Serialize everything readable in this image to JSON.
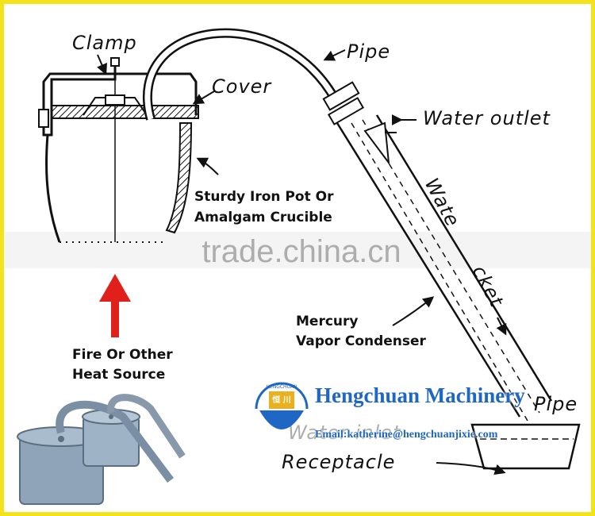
{
  "labels": {
    "clamp": "Clamp",
    "pipe_top": "Pipe",
    "cover": "Cover",
    "water_outlet": "Water outlet",
    "pot_line1": "Sturdy Iron Pot Or",
    "pot_line2": "Amalgam Crucible",
    "jacket_part1": "Wate",
    "jacket_part2": "cket",
    "condenser_line1": "Mercury",
    "condenser_line2": "Vapor Condenser",
    "fire_line1": "Fire Or Other",
    "fire_line2": "Heat Source",
    "pipe_partial": "Pipe",
    "water_inlet_partial": "Water inlet",
    "receptacle": "Receptacle"
  },
  "watermark": "trade.china.cn",
  "brand": {
    "name": "Hengchuan Machinery",
    "email": "Email:katherine@hengchuanjixie.com",
    "logo_text": "HENGCHUAN",
    "logo_chars": "恒 川"
  },
  "colors": {
    "frame": "#f4e21a",
    "arrow": "#e0201b",
    "brand": "#1f67c4",
    "logo_gold": "#e9b21c"
  }
}
